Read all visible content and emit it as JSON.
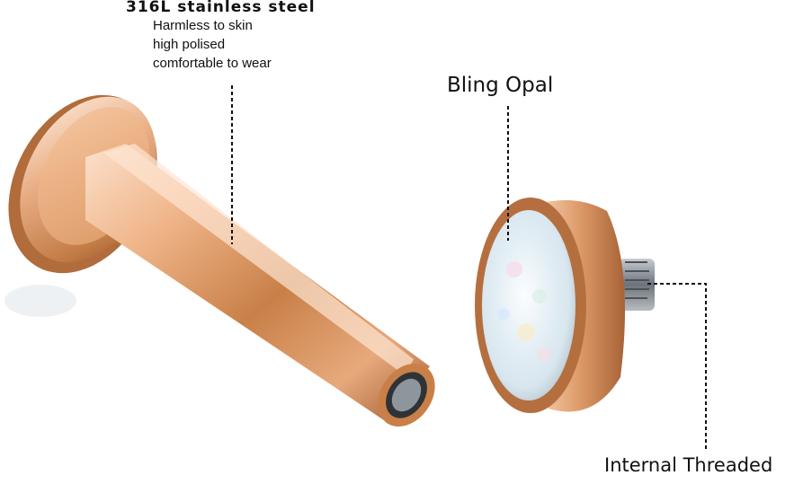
{
  "labels": {
    "material": "316L stainless steel",
    "features": [
      "Harmless to skin",
      "high polised",
      "comfortable to wear"
    ],
    "top": "Bling Opal",
    "thread": "Internal Threaded"
  },
  "colors": {
    "gold_light": "#f6cdb0",
    "gold_mid": "#d9945f",
    "gold_dark": "#9c5a2e",
    "opal": "#eef3f6",
    "steel": "#8a8f96"
  }
}
